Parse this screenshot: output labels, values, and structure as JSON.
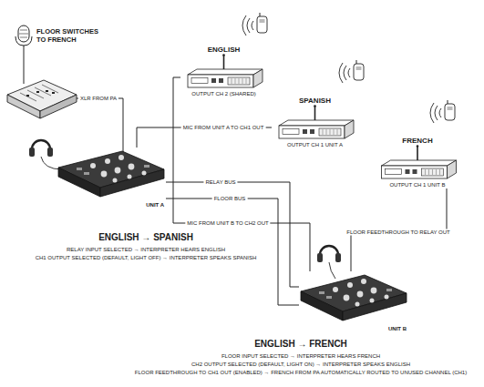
{
  "diagram": {
    "nodes": [
      {
        "text": [
          "ENGLISH",
          "OUTPUT CH 2 (SHARED)"
        ]
      },
      {
        "text": [
          "UNIT A"
        ]
      },
      {
        "text": [
          "SPANISH",
          "OUTPUT CH 1 UNIT A"
        ]
      },
      {
        "text": [
          "FRENCH",
          "OUTPUT CH 1 UNIT B"
        ]
      },
      {
        "text": [
          "UNIT B"
        ]
      }
    ],
    "edges": [
      {
        "from": 1,
        "to": 2,
        "arrow": "none",
        "label": "MIC FROM UNIT A TO CH1 OUT"
      },
      {
        "from": 4,
        "to": 0,
        "arrow": "none",
        "label": "MIC FROM UNIT B TO CH2 OUT"
      },
      {
        "from": 1,
        "to": 4,
        "arrow": "none",
        "label": "RELAY BUS"
      },
      {
        "from": 1,
        "to": 4,
        "arrow": "none",
        "label": "FLOOR BUS"
      },
      {
        "from": 4,
        "to": 3,
        "arrow": "none",
        "label": "FLOOR FEEDTHROUGH TO RELAY OUT"
      }
    ],
    "labels": [
      "FLOOR SWITCHES TO FRENCH",
      "XLR FROM PA",
      "ENGLISH → SPANISH",
      "RELAY INPUT SELECTED → INTERPRETER HEARS ENGLISH",
      "CH1 OUTPUT SELECTED (DEFAULT, LIGHT OFF) → INTERPRETER SPEAKS SPANISH",
      "ENGLISH → FRENCH",
      "FLOOR INPUT SELECTED → INTERPRETER HEARS FRENCH",
      "CH2 OUTPUT SELECTED (DEFAULT, LIGHT ON) → INTERPRETER SPEAKS ENGLISH",
      "FLOOR FEEDTHROUGH TO CH1 OUT (ENABLED) → FRENCH FROM PA AUTOMATICALLY ROUTED TO UNUSED CHANNEL (CH1)"
    ]
  }
}
